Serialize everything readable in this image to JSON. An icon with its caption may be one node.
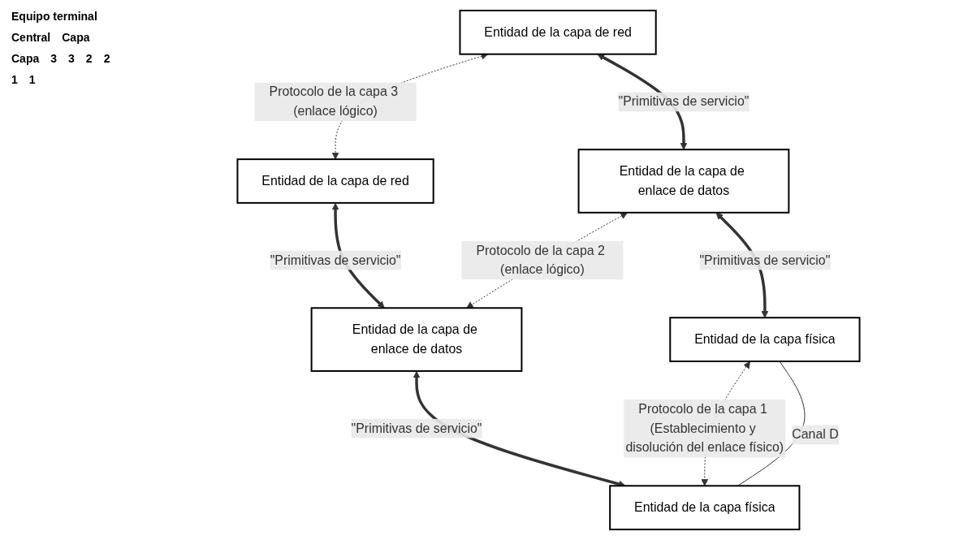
{
  "diagram": {
    "nodes": [
      {
        "text": [
          "Entidad de la capa de red"
        ]
      },
      {
        "text": [
          "Entidad de la capa de red"
        ]
      },
      {
        "text": [
          "Entidad de la capa de enlace de datos"
        ]
      },
      {
        "text": [
          "Entidad de la capa de enlace de datos"
        ]
      },
      {
        "text": [
          "Entidad de la capa física"
        ]
      },
      {
        "text": [
          "Entidad de la capa física"
        ]
      }
    ],
    "edges": [
      {
        "from": 0,
        "to": 1,
        "arrow": "both",
        "style": "dashed",
        "label": "Protocolo de la capa 3 (enlace lógico)"
      },
      {
        "from": 0,
        "to": 2,
        "arrow": "both",
        "style": "thick",
        "label": "\"Primitivas de servicio\""
      },
      {
        "from": 1,
        "to": 3,
        "arrow": "both",
        "style": "thick",
        "label": "\"Primitivas de servicio\""
      },
      {
        "from": 2,
        "to": 3,
        "arrow": "both",
        "style": "dashed",
        "label": "Protocolo de la capa 2 (enlace lógico)"
      },
      {
        "from": 2,
        "to": 4,
        "arrow": "both",
        "style": "thick",
        "label": "\"Primitivas de servicio\""
      },
      {
        "from": 3,
        "to": 5,
        "arrow": "both",
        "style": "thick",
        "label": "\"Primitivas de servicio\""
      },
      {
        "from": 4,
        "to": 5,
        "arrow": "both",
        "style": "dashed",
        "label": "Protocolo de la capa 1 (Establecimiento y disolución del enlace físico)"
      },
      {
        "from": 4,
        "to": 5,
        "arrow": "none",
        "label": "Canal D"
      }
    ],
    "labels": [
      "Equipo terminal",
      "Central",
      "Capa",
      "Capa",
      "3",
      "3",
      "2",
      "2",
      "1",
      "1"
    ]
  }
}
